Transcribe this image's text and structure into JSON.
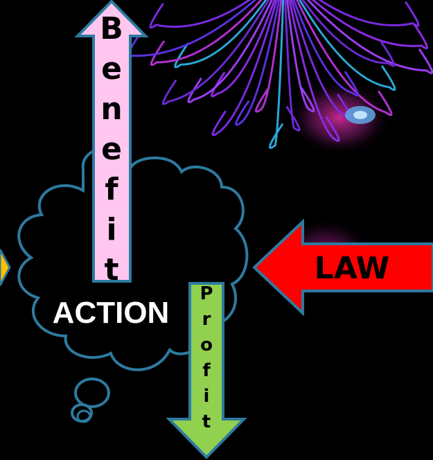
{
  "colors": {
    "background": "#000000",
    "cloud_outline": "#2e7aa0",
    "benefit_fill": "#ffc6f0",
    "profit_fill": "#92d050",
    "law_fill": "#ff0000",
    "left_arrow_fill": "#ffc000",
    "firework_primary": "#8a2be2",
    "firework_glow": "#c0208f"
  },
  "icons": [
    "cloud-shape",
    "up-arrow",
    "down-arrow",
    "left-arrow",
    "firework-burst"
  ],
  "diagram": {
    "center": {
      "label": "ACTION"
    },
    "benefit_arrow": {
      "letters": [
        "B",
        "e",
        "n",
        "e",
        "f",
        "i",
        "t"
      ]
    },
    "profit_arrow": {
      "letters": [
        "P",
        "r",
        "o",
        "f",
        "i",
        "t"
      ]
    },
    "law_arrow": {
      "label": "LAW"
    }
  }
}
